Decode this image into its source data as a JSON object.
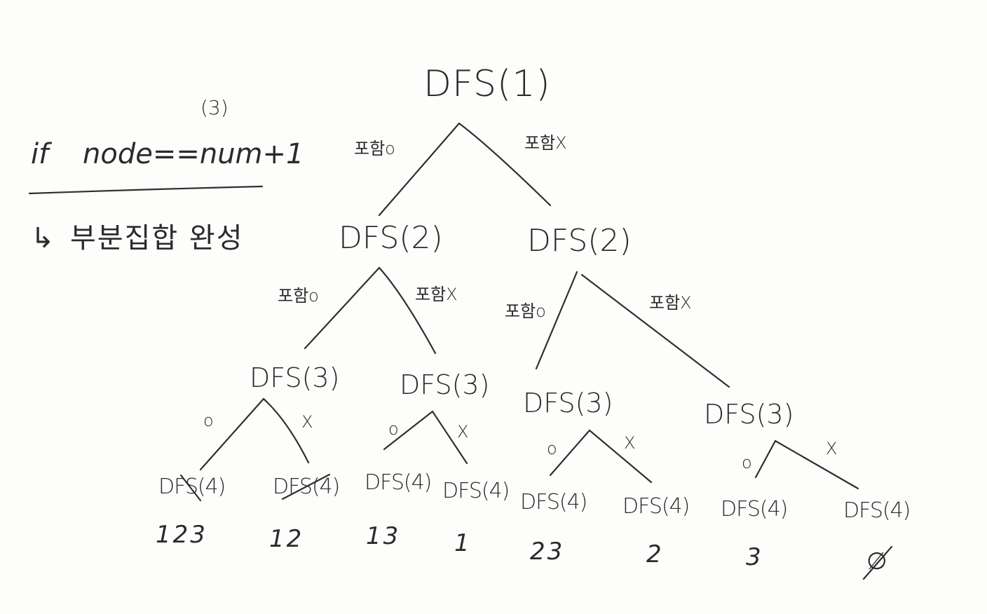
{
  "note": {
    "condition_prefix": "if",
    "condition": "node==num+1",
    "superscript": "(3)",
    "result_arrow": "↳",
    "result": "부분집합 완성"
  },
  "tree": {
    "root": "DFS(1)",
    "level1": [
      {
        "label": "DFS(2)",
        "edge": "포함o"
      },
      {
        "label": "DFS(2)",
        "edge": "포함X"
      }
    ],
    "level2": [
      {
        "label": "DFS(3)",
        "edge": "포함o"
      },
      {
        "label": "DFS(3)",
        "edge": "포함X"
      },
      {
        "label": "DFS(3)",
        "edge": "포함o"
      },
      {
        "label": "DFS(3)",
        "edge": "포함X"
      }
    ],
    "level3_edge_marks": [
      "o",
      "X",
      "o",
      "X",
      "o",
      "X",
      "o",
      "X"
    ],
    "leaves": [
      {
        "label": "DFS(4)",
        "subset": "123"
      },
      {
        "label": "DFS(4)",
        "subset": "12"
      },
      {
        "label": "DFS(4)",
        "subset": "13"
      },
      {
        "label": "DFS(4)",
        "subset": "1"
      },
      {
        "label": "DFS(4)",
        "subset": "23"
      },
      {
        "label": "DFS(4)",
        "subset": "2"
      },
      {
        "label": "DFS(4)",
        "subset": "3"
      },
      {
        "label": "DFS(4)",
        "subset": "∅"
      }
    ]
  },
  "colors": {
    "ink": "#2a2a2a",
    "paper": "#fdfdfb"
  }
}
